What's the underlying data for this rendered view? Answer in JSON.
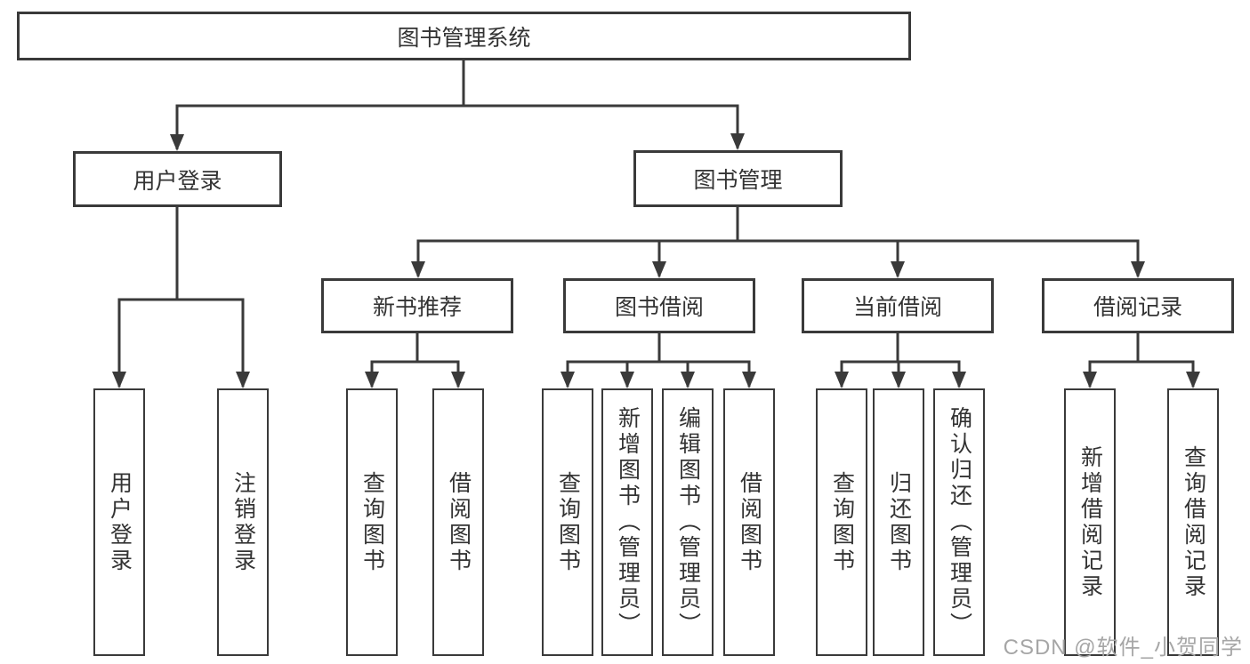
{
  "tree": {
    "label": "图书管理系统",
    "children": [
      {
        "label": "用户登录",
        "children": [
          {
            "label": "用户登录"
          },
          {
            "label": "注销登录"
          }
        ]
      },
      {
        "label": "图书管理",
        "children": [
          {
            "label": "新书推荐",
            "children": [
              {
                "label": "查询图书"
              },
              {
                "label": "借阅图书"
              }
            ]
          },
          {
            "label": "图书借阅",
            "children": [
              {
                "label": "查询图书"
              },
              {
                "label": "新增图书（管理员）"
              },
              {
                "label": "编辑图书（管理员）"
              },
              {
                "label": "借阅图书"
              }
            ]
          },
          {
            "label": "当前借阅",
            "children": [
              {
                "label": "查询图书"
              },
              {
                "label": "归还图书"
              },
              {
                "label": "确认归还（管理员）"
              }
            ]
          },
          {
            "label": "借阅记录",
            "children": [
              {
                "label": "新增借阅记录"
              },
              {
                "label": "查询借阅记录"
              }
            ]
          }
        ]
      }
    ]
  },
  "watermark": {
    "text": "CSDN @软件_小贺同学"
  },
  "colors": {
    "line": "#3a3a3a",
    "box_border": "#3a3a3a",
    "text": "#333333",
    "watermark_text": "#a6a6a6",
    "background": "#ffffff"
  }
}
